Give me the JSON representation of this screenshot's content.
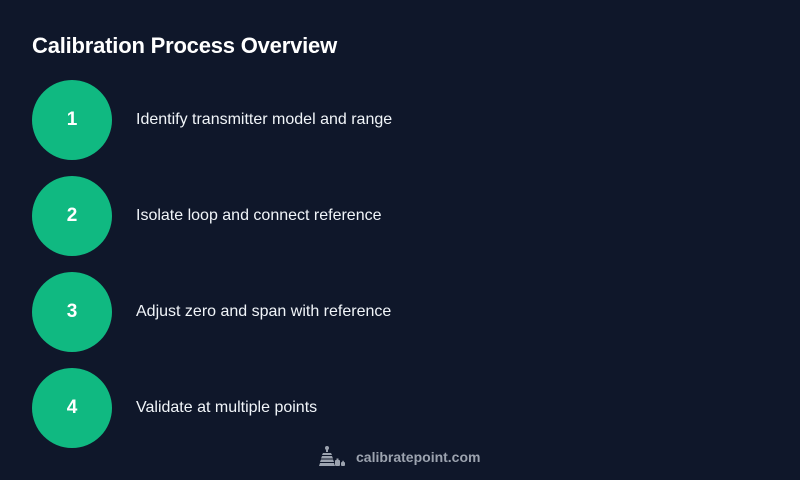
{
  "title": "Calibration Process Overview",
  "colors": {
    "background": "#0f172a",
    "accent": "#10b981",
    "text": "#f1f5f9",
    "footer_text": "#9ca3af"
  },
  "steps": [
    {
      "number": "1",
      "label": "Identify transmitter model and range"
    },
    {
      "number": "2",
      "label": "Isolate loop and connect reference"
    },
    {
      "number": "3",
      "label": "Adjust zero and span with reference"
    },
    {
      "number": "4",
      "label": "Validate at multiple points"
    }
  ],
  "footer": {
    "icon": "calibration-weights-icon",
    "site": "calibratepoint.com"
  }
}
